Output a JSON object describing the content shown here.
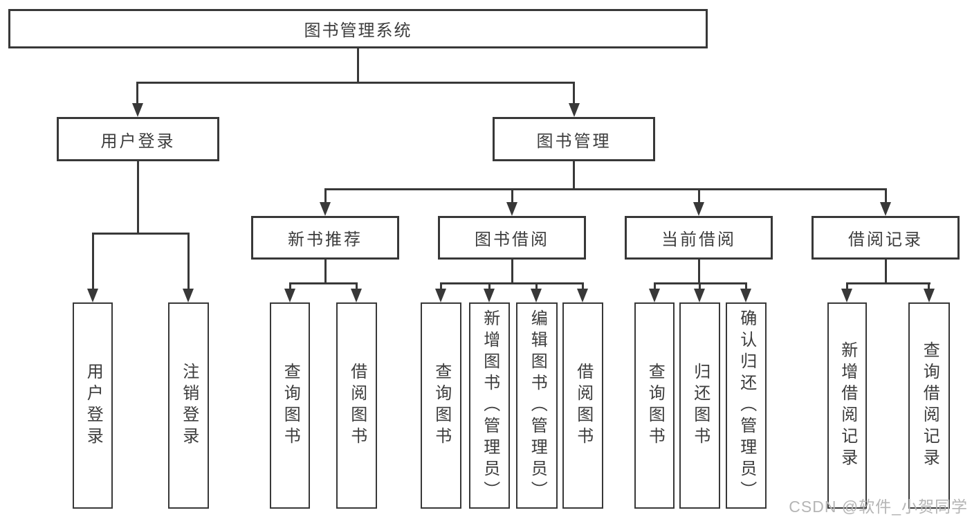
{
  "diagram_type": "hierarchy-tree",
  "colors": {
    "line": "#383838",
    "box_border": "#383838",
    "text": "#3c3c3c",
    "watermark": "#b5b5b5",
    "background": "#ffffff"
  },
  "tree": {
    "root": {
      "label": "图书管理系统",
      "children": [
        {
          "label": "用户登录",
          "children": [
            {
              "label": "用户登录"
            },
            {
              "label": "注销登录"
            }
          ]
        },
        {
          "label": "图书管理",
          "children": [
            {
              "label": "新书推荐",
              "children": [
                {
                  "label": "查询图书"
                },
                {
                  "label": "借阅图书"
                }
              ]
            },
            {
              "label": "图书借阅",
              "children": [
                {
                  "label": "查询图书"
                },
                {
                  "label": "新增图书（管理员）"
                },
                {
                  "label": "编辑图书（管理员）"
                },
                {
                  "label": "借阅图书"
                }
              ]
            },
            {
              "label": "当前借阅",
              "children": [
                {
                  "label": "查询图书"
                },
                {
                  "label": "归还图书"
                },
                {
                  "label": "确认归还（管理员）"
                }
              ]
            },
            {
              "label": "借阅记录",
              "children": [
                {
                  "label": "新增借阅记录"
                },
                {
                  "label": "查询借阅记录"
                }
              ]
            }
          ]
        }
      ]
    }
  },
  "watermark": {
    "text": "CSDN @软件_小贺同学"
  }
}
